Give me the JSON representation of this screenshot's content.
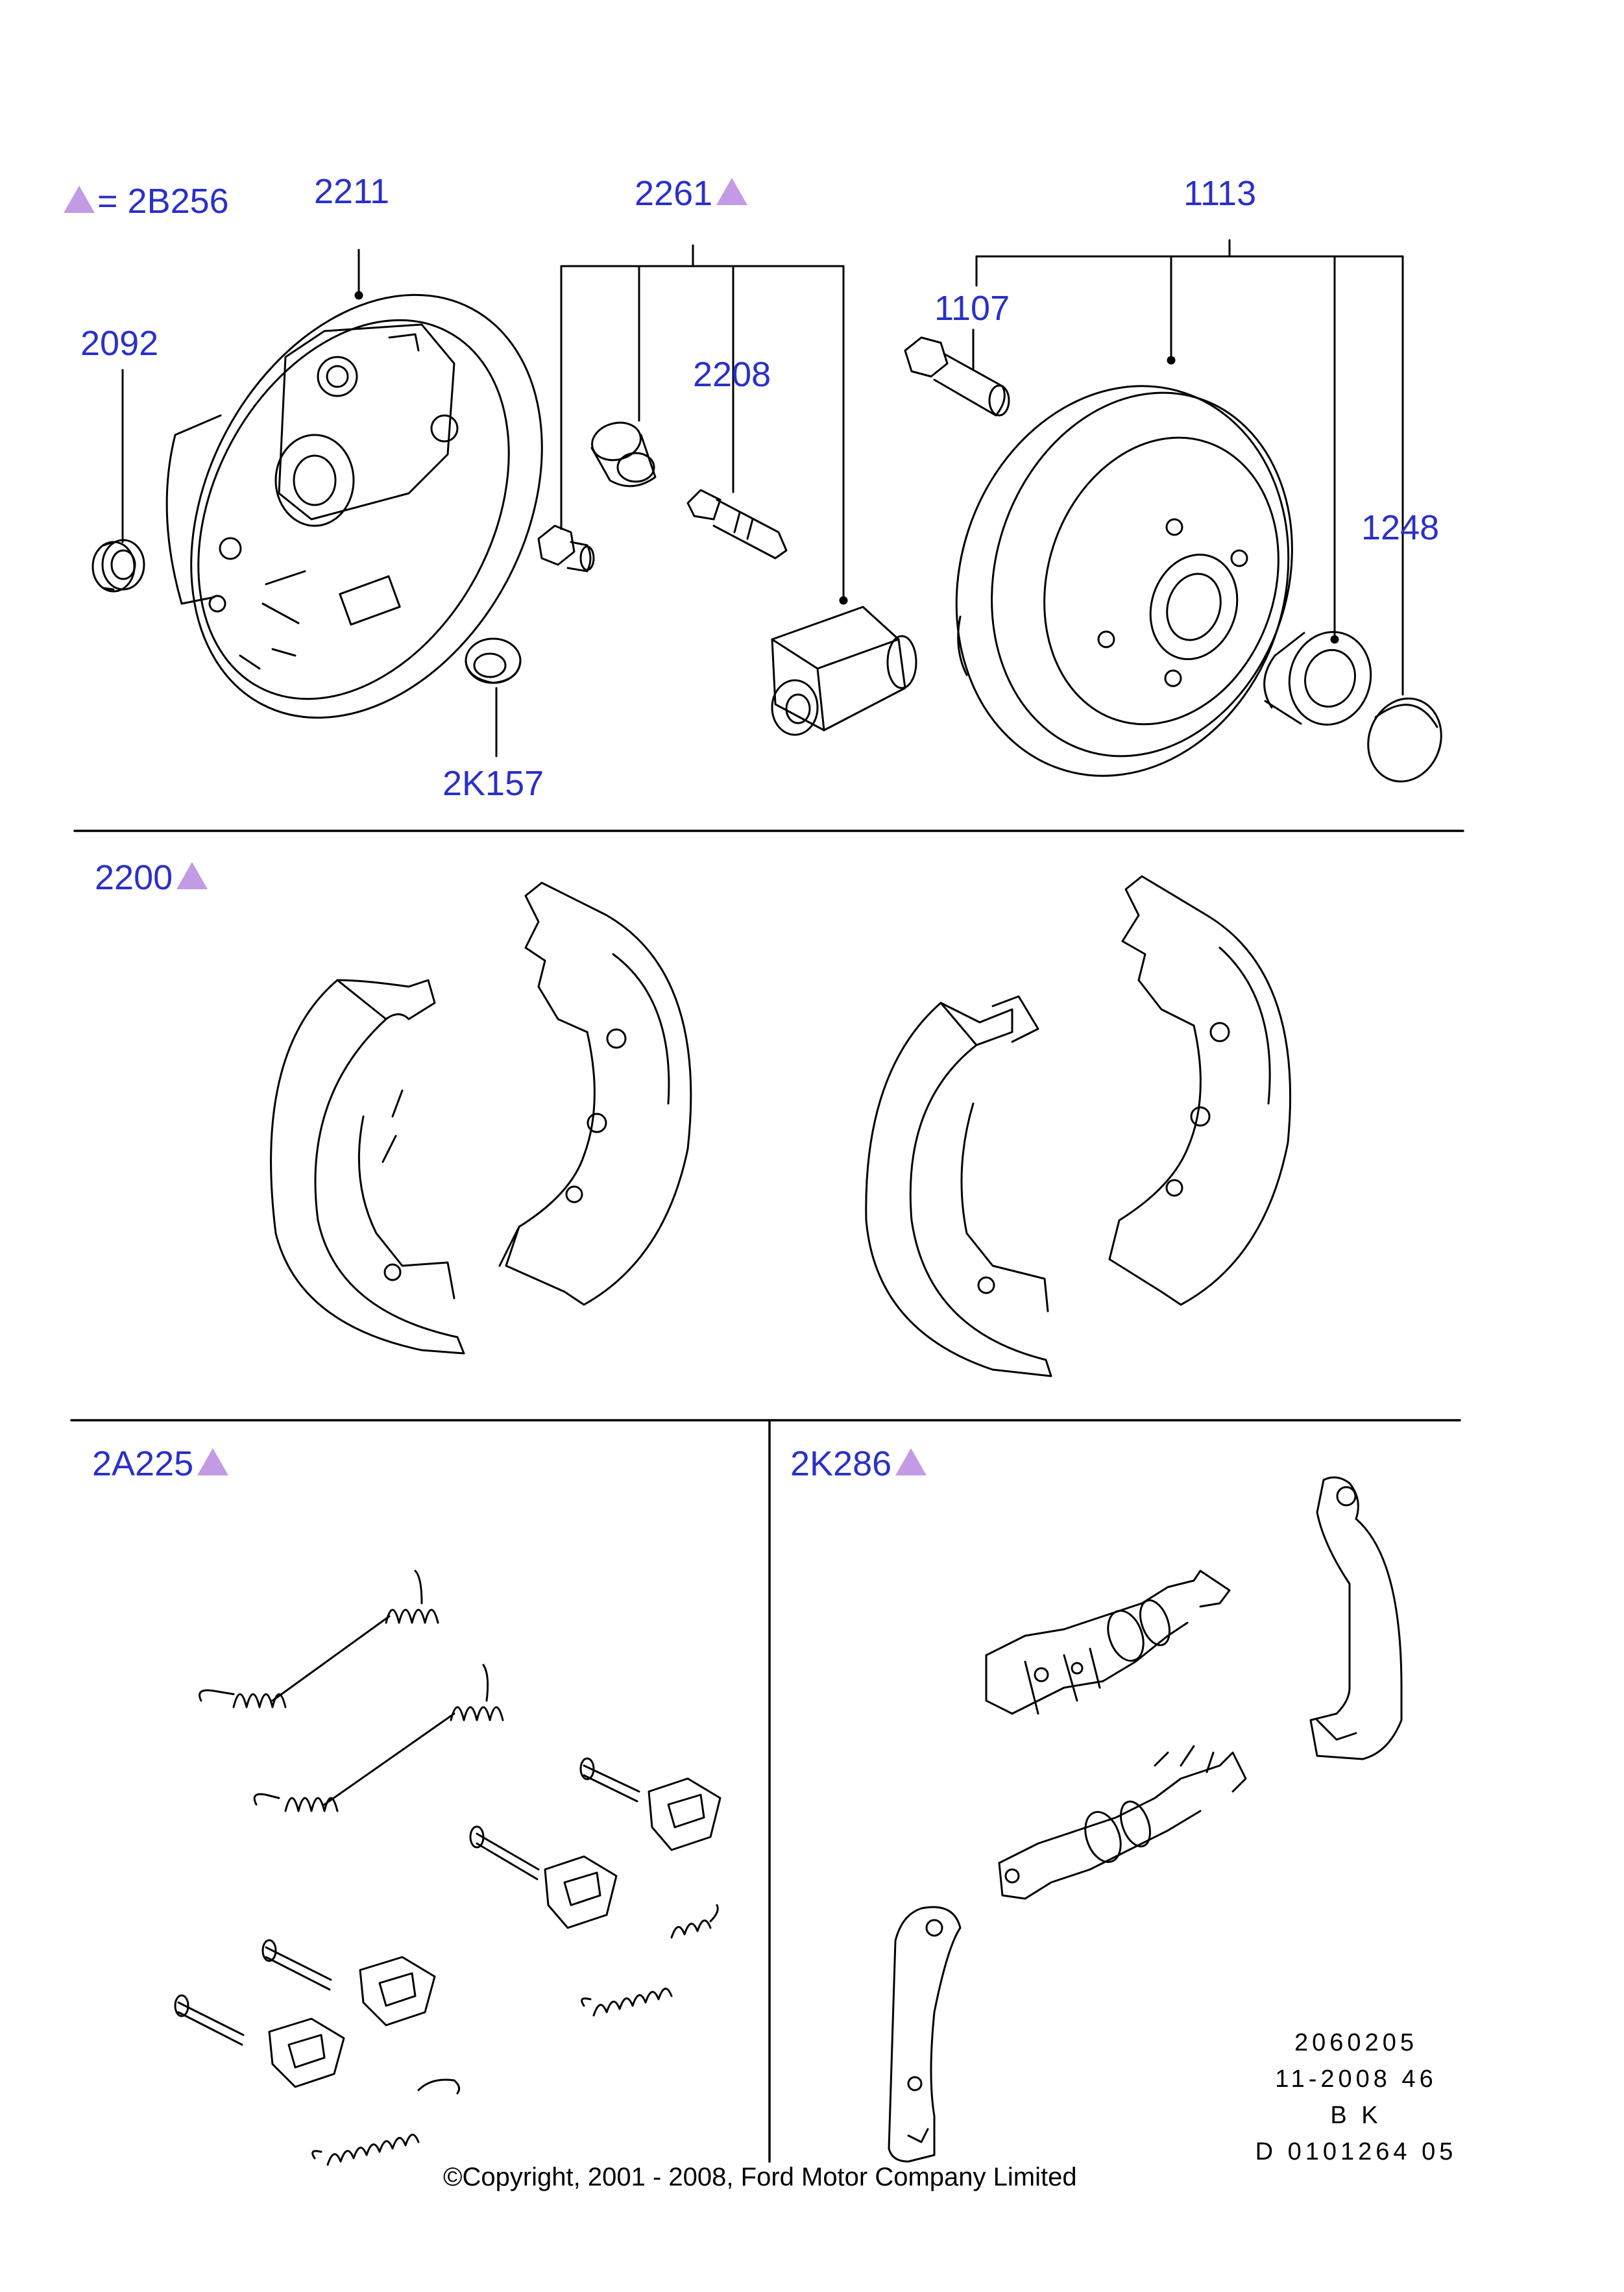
{
  "legend": {
    "label": "= 2B256"
  },
  "callouts": {
    "p2211": "2211",
    "p2261": "2261",
    "p1113": "1113",
    "p2092": "2092",
    "p1107": "1107",
    "p2208": "2208",
    "p1248": "1248",
    "p2K157": "2K157",
    "p2200": "2200",
    "p2A225": "2A225",
    "p2K286": "2K286"
  },
  "drawing_info": {
    "line1": "2060205",
    "line2": "11-2008 46",
    "line3": "B K",
    "line4": "D 0101264 05"
  },
  "copyright": "©Copyright, 2001 - 2008, Ford Motor Company Limited",
  "colors": {
    "callout": "#2a30c8",
    "triangle": "#c39be4",
    "line": "#000000"
  }
}
